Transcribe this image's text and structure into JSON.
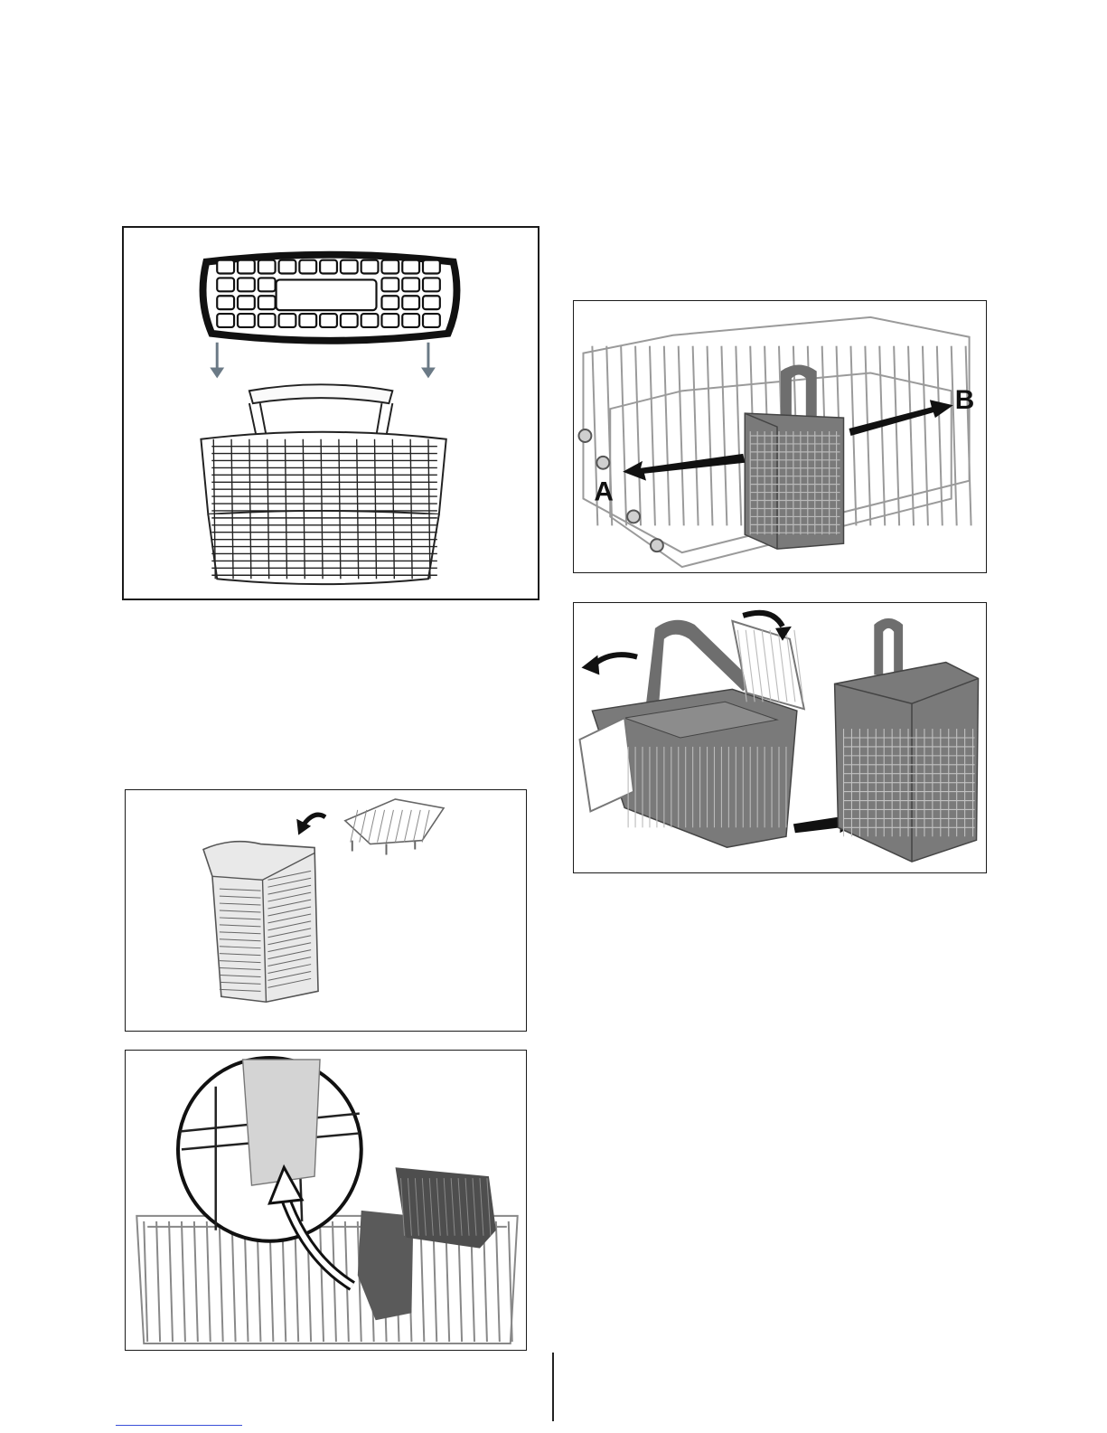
{
  "figures": [
    {
      "id": "cutlery-basket-lid-insert",
      "callouts": []
    },
    {
      "id": "cutlery-basket-in-lower-rack",
      "callouts": [
        "A",
        "B"
      ]
    },
    {
      "id": "cutlery-basket-lids-fold",
      "callouts": []
    },
    {
      "id": "cutlery-basket-lid-detach",
      "callouts": []
    },
    {
      "id": "basket-rack-placement-detail",
      "callouts": []
    }
  ],
  "colors": {
    "frame": "#1a1a1a",
    "wire": "#8a8a8a",
    "basket_dark": "#6e6e6e",
    "arrow": "#1a1a1a",
    "arrow_gray": "#6b7a86",
    "footer_link": "#3a50d9"
  }
}
